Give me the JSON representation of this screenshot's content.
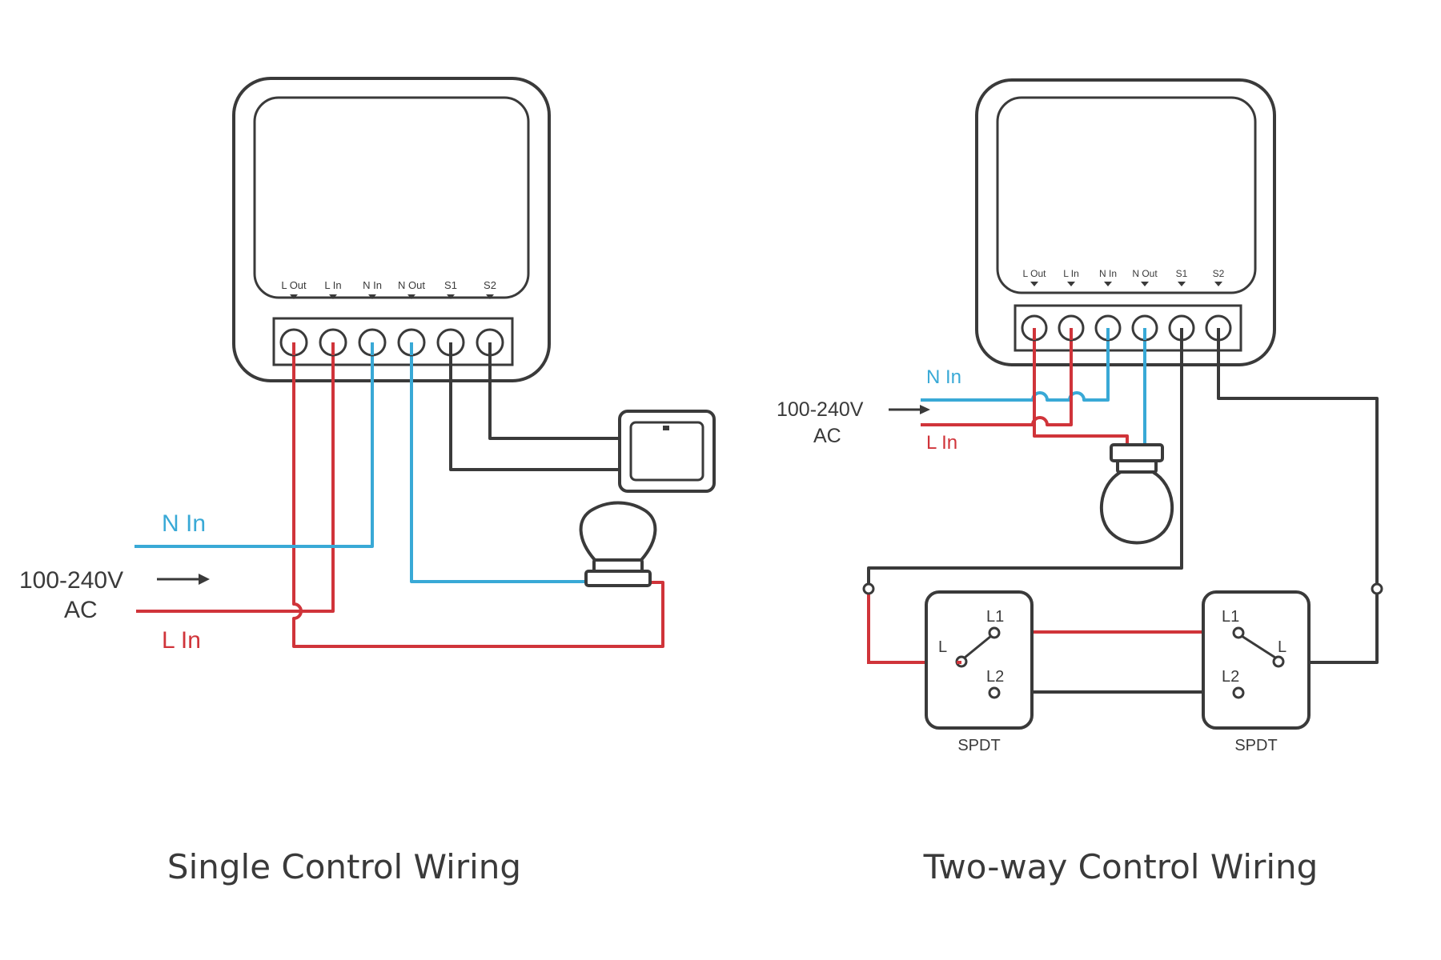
{
  "colors": {
    "line_wire": "#d0343a",
    "neutral_wire": "#39a9d6",
    "switch_wire": "#3a3a3a",
    "outline": "#3a3a3a",
    "text": "#3a3a3a"
  },
  "single": {
    "terminals": [
      "L Out",
      "L In",
      "N In",
      "N Out",
      "S1",
      "S2"
    ],
    "n_in_label": "N In",
    "l_in_label": "L In",
    "voltage": "100-240V",
    "ac": "AC",
    "caption": "Single Control Wiring"
  },
  "twoway": {
    "terminals": [
      "L Out",
      "L In",
      "N In",
      "N Out",
      "S1",
      "S2"
    ],
    "n_in_label": "N In",
    "l_in_label": "L In",
    "voltage": "100-240V",
    "ac": "AC",
    "switch_left": {
      "l": "L",
      "l1": "L1",
      "l2": "L2",
      "name": "SPDT"
    },
    "switch_right": {
      "l": "L",
      "l1": "L1",
      "l2": "L2",
      "name": "SPDT"
    },
    "caption": "Two-way Control Wiring"
  }
}
